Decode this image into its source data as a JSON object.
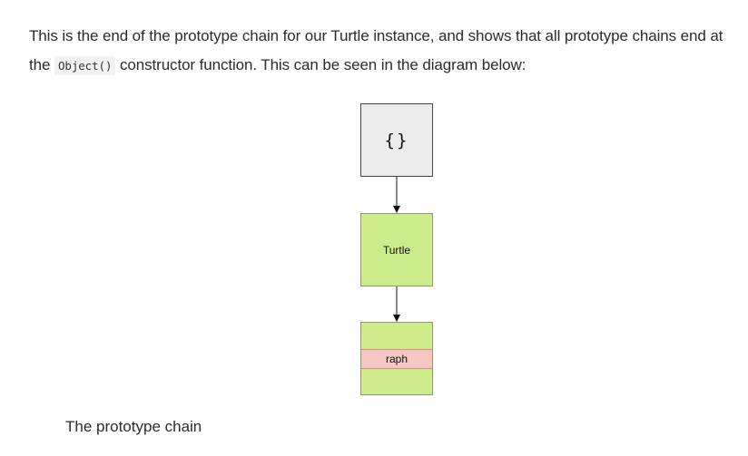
{
  "text": {
    "sentence_part1": "This is the end of the prototype chain for our Turtle instance, and shows that all prototype chains end at the ",
    "code": "Object()",
    "sentence_part2": " constructor function. This can be seen in the diagram below:"
  },
  "diagram": {
    "top_box_label": "{}",
    "middle_box_label": "Turtle",
    "bottom_box_property": "raph",
    "colors": {
      "object_fill": "#ececec",
      "class_fill": "#cdeb8b",
      "property_fill": "#f5c6c2"
    }
  },
  "caption": "The prototype chain"
}
